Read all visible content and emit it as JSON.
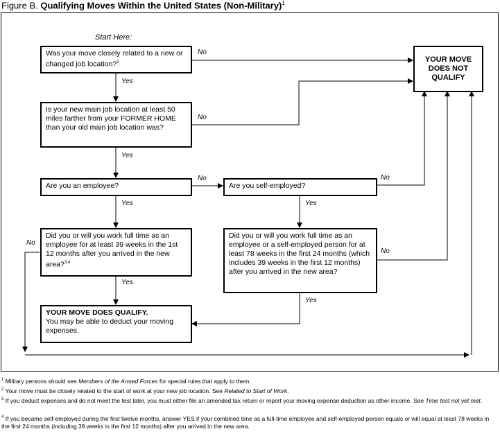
{
  "title": {
    "figure_label": "Figure B.",
    "text": "Qualifying Moves Within the United States (Non-Military)",
    "footnote_ref": "1"
  },
  "start_label": "Start Here:",
  "nodes": {
    "q1": {
      "text": "Was your move closely related to a new or changed job location?",
      "ref": "2"
    },
    "q2": {
      "text": "Is your new main job location at least 50 miles farther from your FORMER HOME than your old main job location was?"
    },
    "q3": {
      "text": "Are you an employee?"
    },
    "q4": {
      "text": "Are you self-employed?"
    },
    "q5": {
      "text": "Did you or will you work full time as an employee for at least 39 weeks in the 1st 12 months after you arrived in the new area?",
      "ref": "3,4"
    },
    "q6": {
      "text": "Did you or will you work full time as an employee or a self-employed person for at least 78 weeks in the first 24 months (which includes 39 weeks in the first 12 months) after you arrived in the new area?"
    },
    "qualify": {
      "title": "YOUR MOVE DOES QUALIFY.",
      "text": "You may be able to deduct your moving expenses."
    },
    "not_qualify": {
      "text": "YOUR MOVE DOES NOT QUALIFY"
    }
  },
  "edge_labels": {
    "yes": "Yes",
    "no": "No"
  },
  "footnotes": [
    {
      "num": "1",
      "pre": "Military persons should see ",
      "em": "Members of the Armed Forces",
      "post": " for special rules that apply to them."
    },
    {
      "num": "2",
      "pre": "Your move must be closely related to the start of work at your new job location. See ",
      "em": "Related to Start of Work",
      "post": "."
    },
    {
      "num": "3",
      "pre": "If you deduct expenses and do not meet the test later, you must either file an amended tax return or report your moving expense deduction as other income. See ",
      "em": "Time test not yet met",
      "post": "."
    },
    {
      "num": "4",
      "pre": "If you became self-employed during the first twelve months, answer YES if your combined time as a full-time employee and self-employed person equals or will equal at least 78 weeks in the first 24 months (including 39 weeks in the first 12 months) after you arrived in the new area.",
      "em": "",
      "post": ""
    }
  ]
}
